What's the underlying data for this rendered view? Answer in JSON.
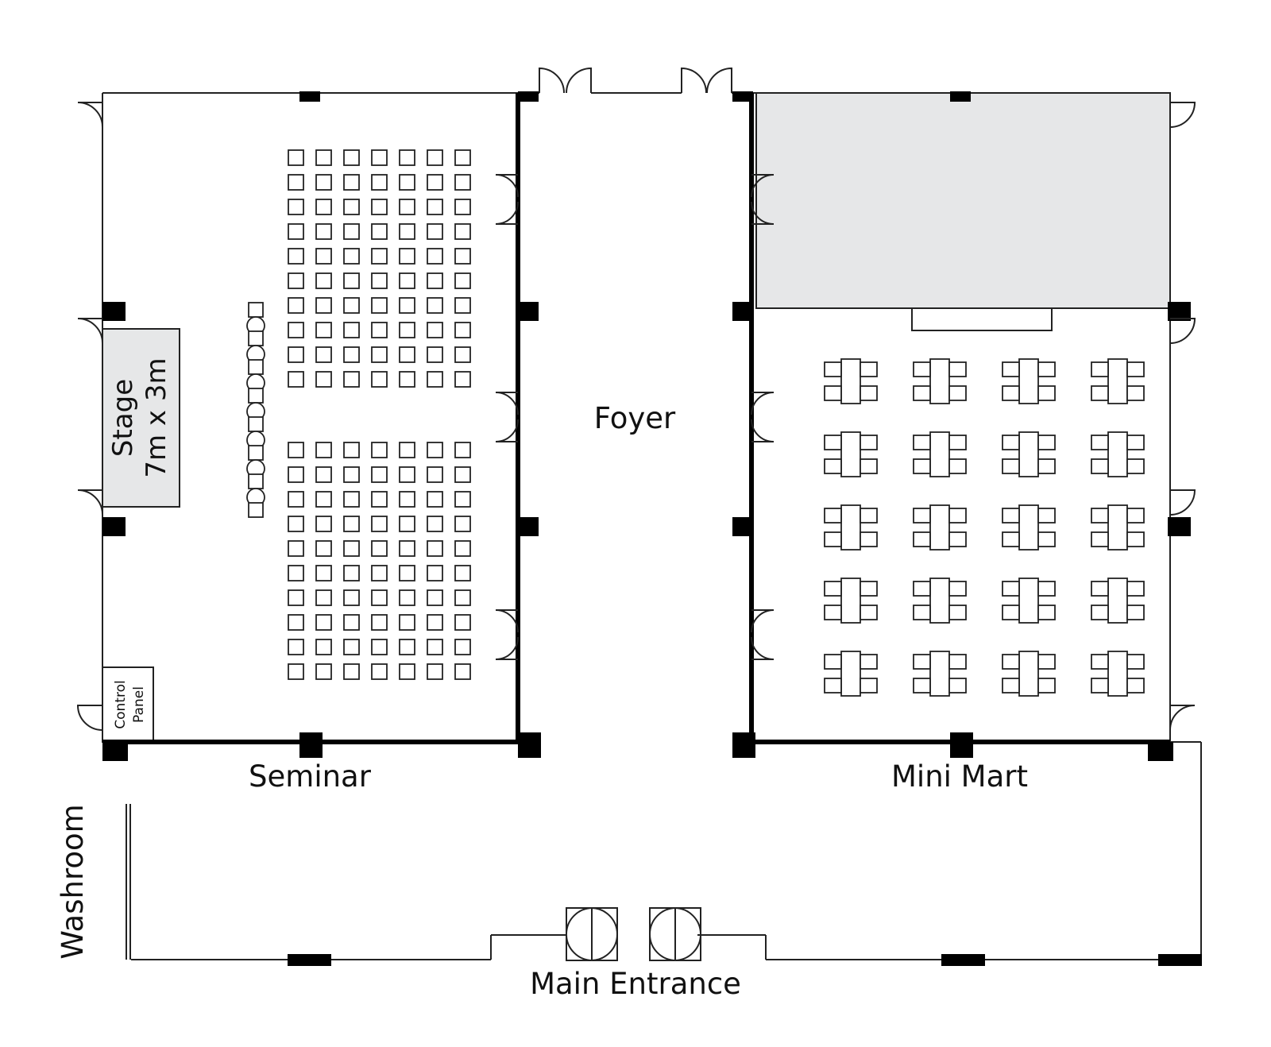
{
  "rooms": {
    "seminar": "Seminar",
    "foyer": "Foyer",
    "mini_mart": "Mini Mart",
    "washroom": "Washroom",
    "main_entrance": "Main Entrance"
  },
  "stage": {
    "line1": "Stage",
    "line2": "7m x 3m"
  },
  "control_panel": {
    "line1": "Control",
    "line2": "Panel"
  },
  "seminar_seating": {
    "columns": 7,
    "front_rows": 10,
    "back_rows": 10
  },
  "mini_mart_tables": {
    "columns": 4,
    "rows": 5
  },
  "colors": {
    "walls": "#000000",
    "stage_fill": "#e6e7e8",
    "storage_fill": "#e6e7e8",
    "background": "#ffffff"
  }
}
